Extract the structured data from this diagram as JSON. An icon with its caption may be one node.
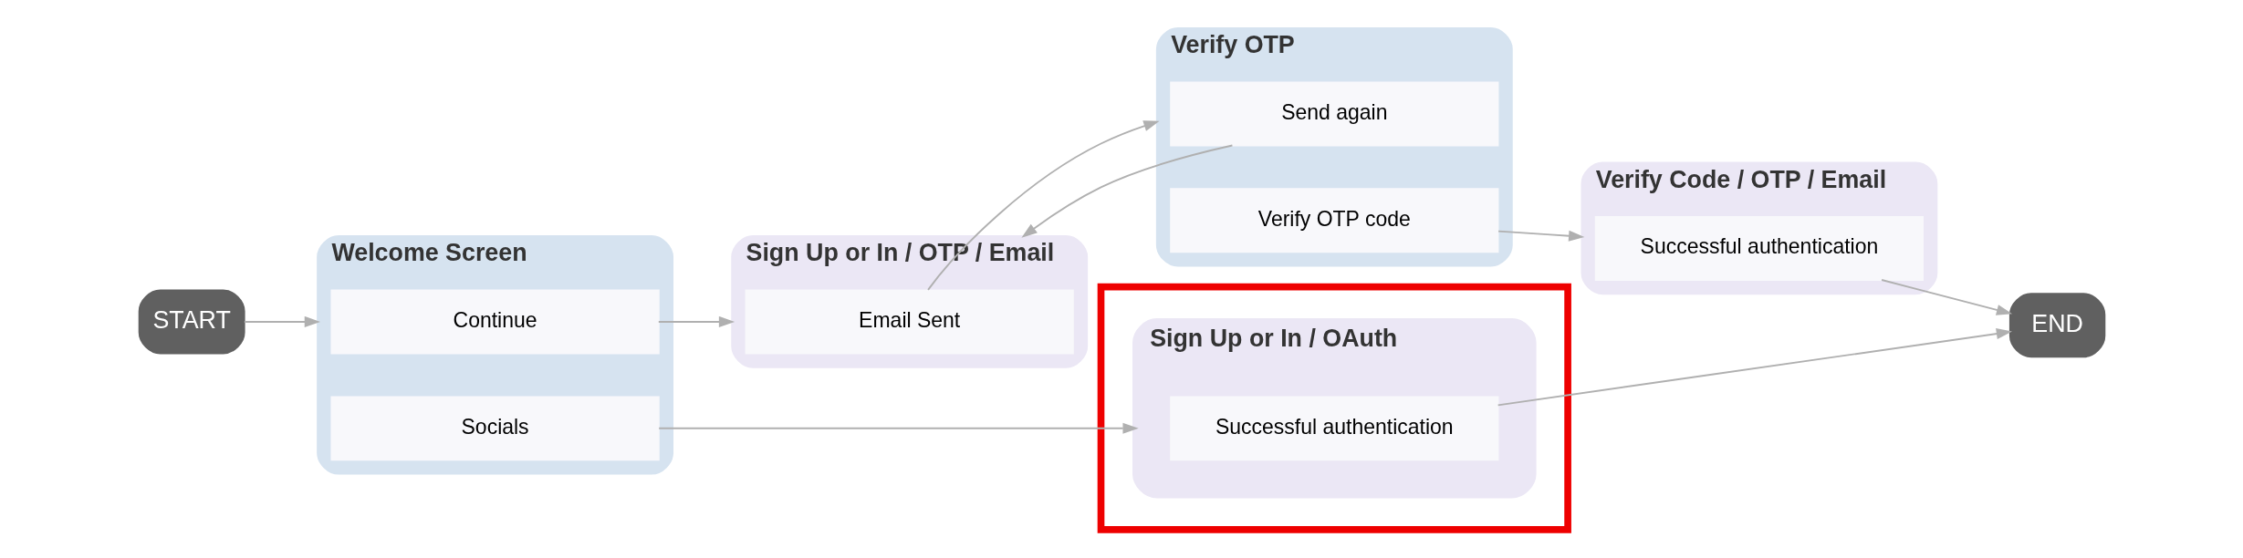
{
  "diagram": {
    "nodes": [
      {
        "text": [
          "START"
        ]
      },
      {
        "text": [
          "Welcome Screen"
        ]
      },
      {
        "text": [
          "Continue"
        ],
        "in": 1
      },
      {
        "text": [
          "Socials"
        ],
        "in": 1
      },
      {
        "text": [
          "Sign Up or In / OTP / Email"
        ]
      },
      {
        "text": [
          "Email Sent"
        ],
        "in": 4
      },
      {
        "text": [
          "Verify OTP"
        ]
      },
      {
        "text": [
          "Send again"
        ],
        "in": 6
      },
      {
        "text": [
          "Verify OTP code"
        ],
        "in": 6
      },
      {
        "text": [
          "Verify Code / OTP / Email"
        ]
      },
      {
        "text": [
          "Successful authentication"
        ],
        "in": 9
      },
      {
        "text": [],
        "shape": "box"
      },
      {
        "text": [
          "Sign Up or In / OAuth"
        ],
        "in": 11
      },
      {
        "text": [
          "Successful authentication"
        ],
        "in": 12
      },
      {
        "text": [
          "END"
        ]
      }
    ],
    "edges": [
      {
        "from": 0,
        "to": 1,
        "arrow": "to"
      },
      {
        "from": 2,
        "to": 4,
        "arrow": "to"
      },
      {
        "from": 3,
        "to": 12,
        "arrow": "to"
      },
      {
        "from": 5,
        "to": 6,
        "arrow": "to"
      },
      {
        "from": 7,
        "to": 4,
        "arrow": "to"
      },
      {
        "from": 8,
        "to": 9,
        "arrow": "to"
      },
      {
        "from": 10,
        "to": 14,
        "arrow": "to"
      },
      {
        "from": 13,
        "to": 14,
        "arrow": "to"
      }
    ]
  }
}
